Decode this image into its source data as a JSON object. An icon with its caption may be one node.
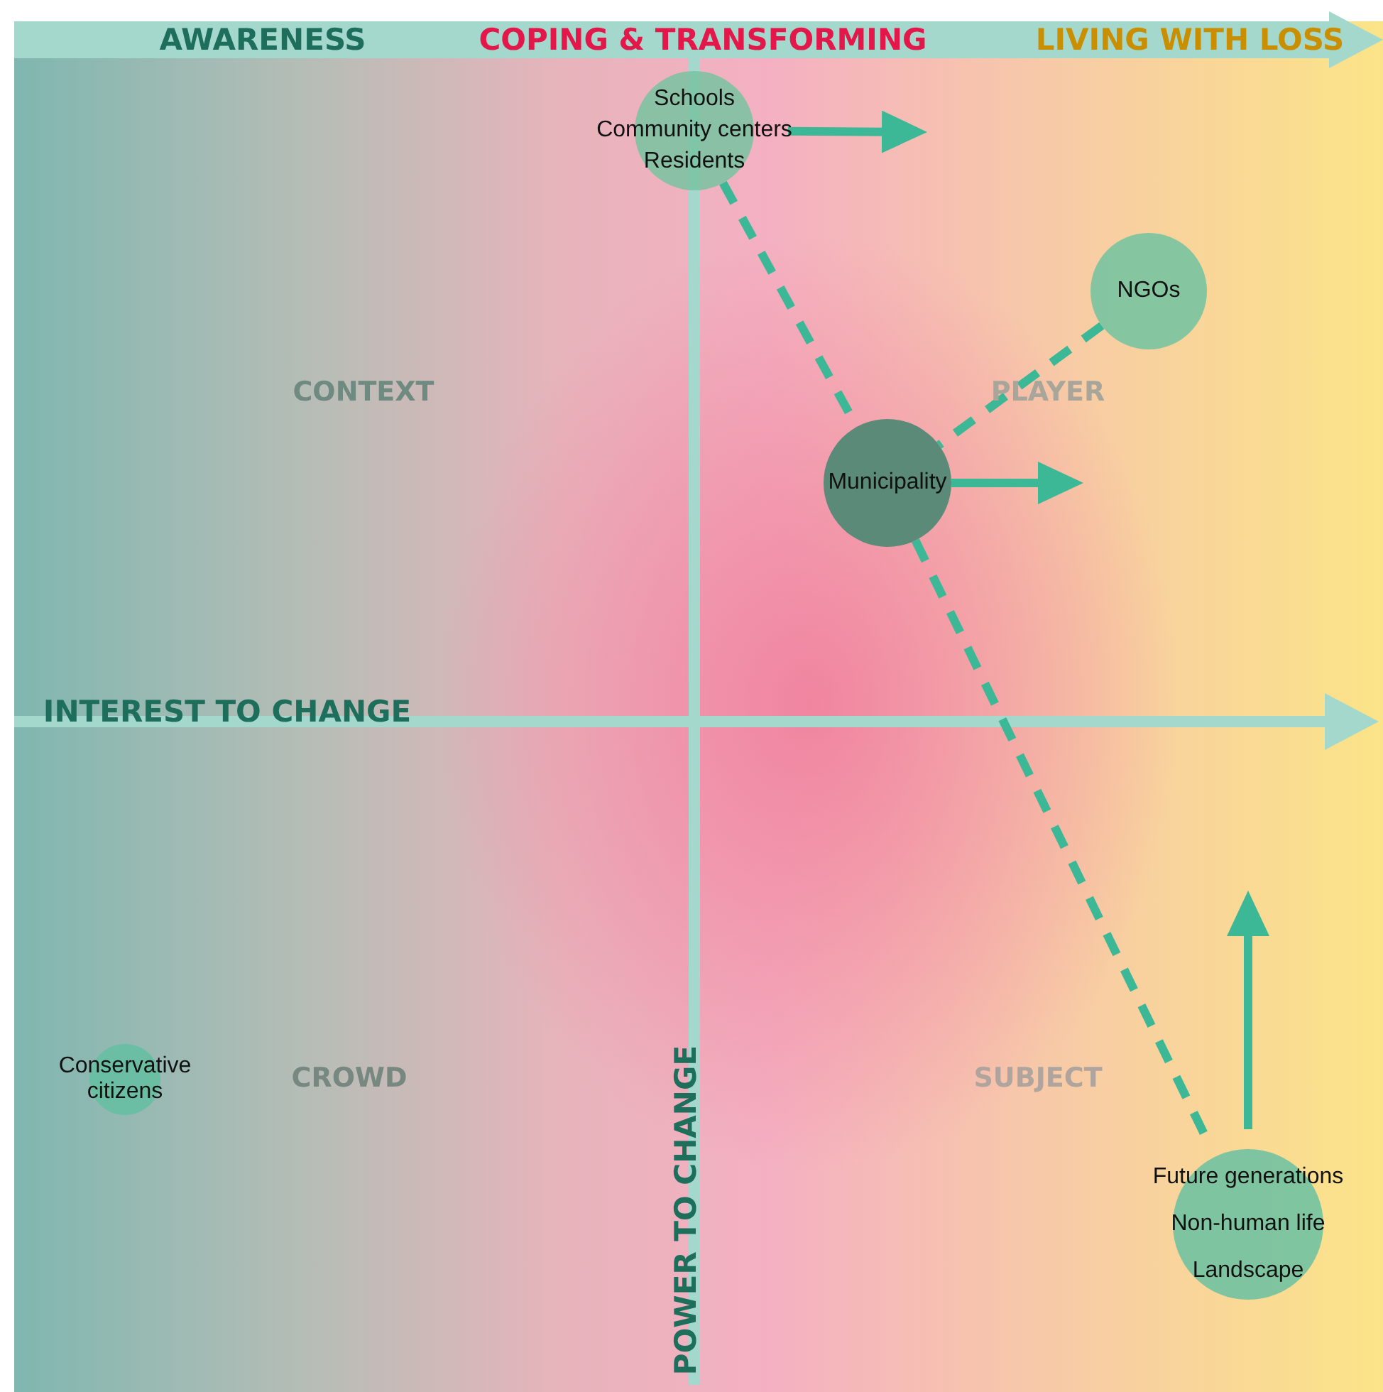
{
  "diagram": {
    "nodes": [
      {
        "text": [
          "Schools",
          "Community centers",
          "Residents"
        ]
      },
      {
        "text": [
          "NGOs"
        ]
      },
      {
        "text": [
          "Municipality"
        ]
      },
      {
        "text": [
          "Conservative citizens"
        ]
      },
      {
        "text": [
          "Future generations",
          "Non-human life",
          "Landscape"
        ]
      }
    ],
    "edges": [
      {
        "from": 0,
        "to": 2,
        "arrow": "none",
        "style": "dashed"
      },
      {
        "from": 1,
        "to": 2,
        "arrow": "none",
        "style": "dashed"
      },
      {
        "from": 2,
        "to": 4,
        "arrow": "none",
        "style": "dashed"
      },
      {
        "from": 0,
        "to": null,
        "arrow": "to"
      },
      {
        "from": 2,
        "to": null,
        "arrow": "to"
      },
      {
        "from": 4,
        "to": null,
        "arrow": "to"
      }
    ],
    "labels": [
      "AWARENESS",
      "COPING & TRANSFORMING",
      "LIVING WITH LOSS",
      "INTEREST TO CHANGE",
      "POWER TO CHANGE",
      "CONTEXT",
      "PLAYER",
      "CROWD",
      "SUBJECT"
    ]
  }
}
